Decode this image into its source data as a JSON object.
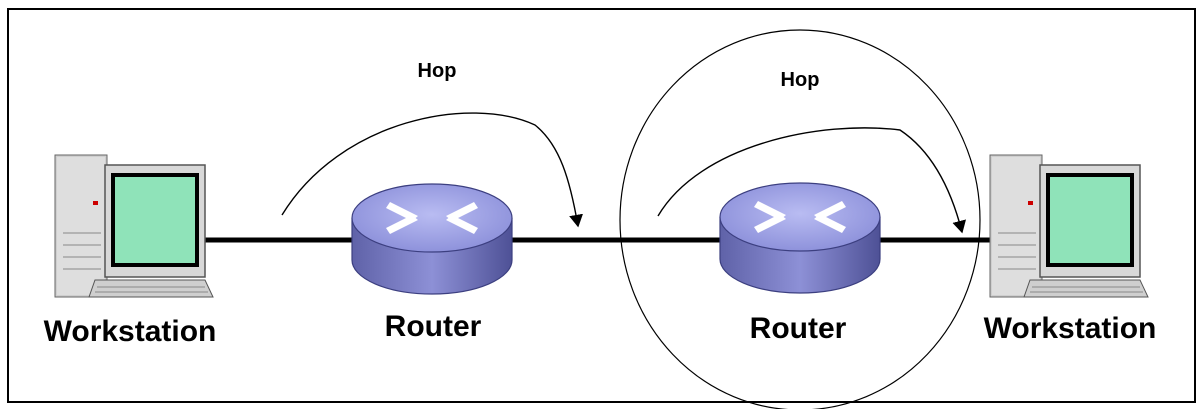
{
  "diagram": {
    "nodes": {
      "workstation_left": "Workstation",
      "router_left": "Router",
      "router_right": "Router",
      "workstation_right": "Workstation"
    },
    "hops": {
      "hop_left": "Hop",
      "hop_right": "Hop"
    }
  }
}
